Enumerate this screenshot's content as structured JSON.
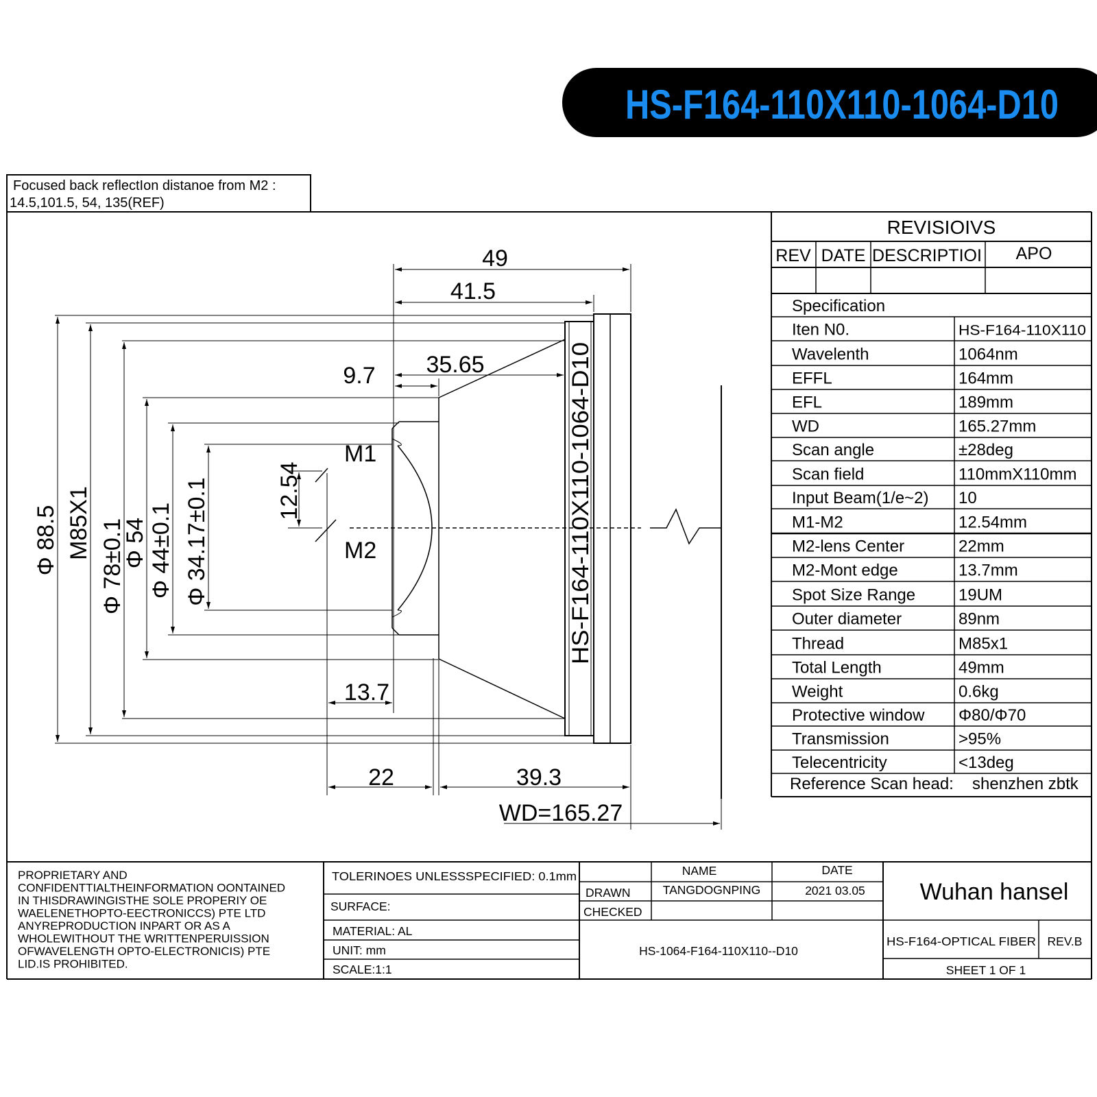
{
  "banner": {
    "part_number": "HS-F164-110X110-1064-D10",
    "text_color": "#1a8cf0",
    "background": "#000000"
  },
  "note": {
    "line1": "Focused back reflectIon distanoe from M2 :",
    "line2": "14.5,101.5, 54, 135(REF)"
  },
  "dimensions": {
    "d49": "49",
    "d41_5": "41.5",
    "d35_65": "35.65",
    "d9_7": "9.7",
    "d12_54": "12.54",
    "d13_7": "13.7",
    "d22": "22",
    "d39_3": "39.3",
    "wd": "WD=165.27",
    "phi88_5": "Φ 88.5",
    "m85": "M85X1",
    "phi78": "Φ 78±0.1",
    "phi54": "Φ 54",
    "phi44": "Φ 44±0.1",
    "phi34": "Φ 34.17±0.1",
    "m1": "M1",
    "m2": "M2",
    "lens_label": "HS-F164-110X110-1064-D10"
  },
  "revisions": {
    "title": "REVISIOIVS",
    "headers": [
      "REV",
      "DATE",
      "DESCRIPTIOI",
      "APO"
    ]
  },
  "spec": {
    "title": "Specification",
    "rows": [
      {
        "label": "Iten N0.",
        "value": "HS-F164-110X110"
      },
      {
        "label": "Wavelenth",
        "value": "1064nm"
      },
      {
        "label": "EFFL",
        "value": "164mm"
      },
      {
        "label": "EFL",
        "value": "189mm"
      },
      {
        "label": "WD",
        "value": "165.27mm"
      },
      {
        "label": "Scan angle",
        "value": "±28deg"
      },
      {
        "label": "Scan field",
        "value": "110mmX110mm"
      },
      {
        "label": "Input Beam(1/e~2)",
        "value": "10"
      },
      {
        "label": "M1-M2",
        "value": "12.54mm"
      },
      {
        "label": "M2-lens Center",
        "value": "22mm"
      },
      {
        "label": "M2-Mont edge",
        "value": "13.7mm"
      },
      {
        "label": "Spot Size Range",
        "value": "19UM"
      },
      {
        "label": "Outer diameter",
        "value": "89nm"
      },
      {
        "label": "Thread",
        "value": "M85x1"
      },
      {
        "label": "Total Length",
        "value": "49mm"
      },
      {
        "label": "Weight",
        "value": "0.6kg"
      },
      {
        "label": "Protective window",
        "value": "Φ80/Φ70"
      },
      {
        "label": "Transmission",
        "value": ">95%"
      },
      {
        "label": "Telecentricity",
        "value": "<13deg"
      }
    ],
    "footer_label": "Reference Scan head:",
    "footer_value": "shenzhen zbtk"
  },
  "title_block": {
    "proprietary": [
      "PROPRIETARY AND",
      "CONFIDENTTIALTHEINFORMATION OONTAINED",
      "IN THISDRAWINGISTHE SOLE PROPERIY OE",
      "WAELENETHOPTO-EECTRONICCS) PTE LTD",
      "ANYREPRODUCTION INPART OR AS A",
      "WHOLEWITHOUT THE WRITTENPERUISSION",
      "OFWAVELENGTH OPTO-ELECTRONICIS) PTE",
      "LID.IS PROHIBITED."
    ],
    "tolerances": "TOLERINOES UNLESSSPECIFIED: 0.1mm",
    "surface": "SURFACE:",
    "material": "MATERIAL: AL",
    "unit": "UNIT: mm",
    "scale": "SCALE:1:1",
    "name_header": "NAME",
    "date_header": "DATE",
    "drawn_label": "DRAWN",
    "drawn_name": "TANGDOGNPING",
    "drawn_date": "2021 03.05",
    "checked_label": "CHECKED",
    "drawing_number": "HS-1064-F164-110X110--D10",
    "company": "Wuhan hansel",
    "product": "HS-F164-OPTICAL FIBER",
    "rev": "REV.B",
    "sheet": "SHEET 1 OF 1"
  }
}
